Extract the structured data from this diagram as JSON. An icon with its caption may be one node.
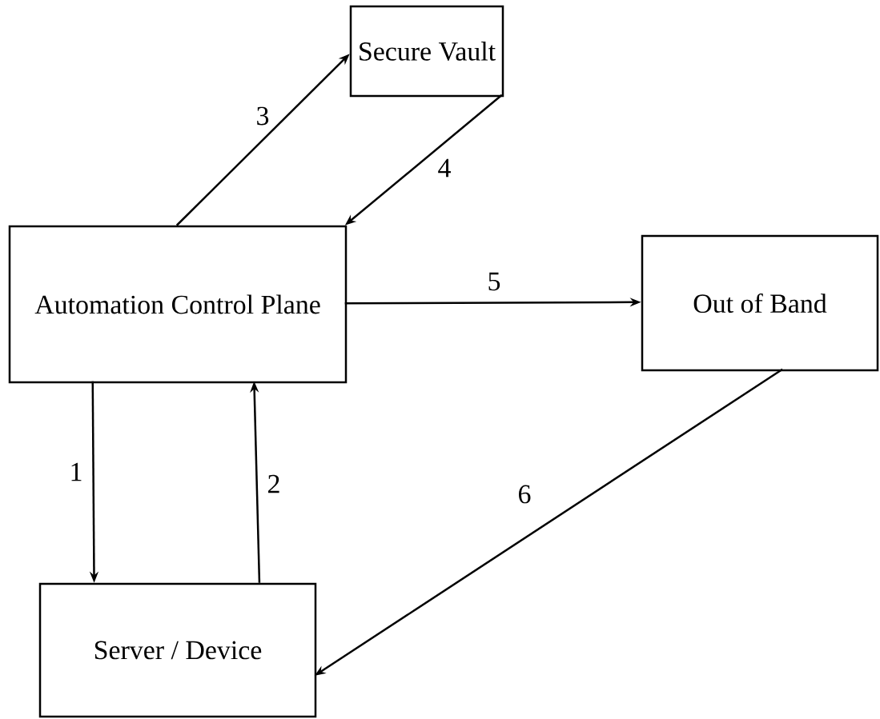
{
  "diagram": {
    "nodes": [
      {
        "text": [
          "Secure Vault"
        ]
      },
      {
        "text": [
          "Automation Control Plane"
        ]
      },
      {
        "text": [
          "Out of Band"
        ]
      },
      {
        "text": [
          "Server / Device"
        ]
      }
    ],
    "edges": [
      {
        "from": 1,
        "to": 3,
        "arrow": "to",
        "label": "1"
      },
      {
        "from": 3,
        "to": 1,
        "arrow": "to",
        "label": "2"
      },
      {
        "from": 1,
        "to": 0,
        "arrow": "to",
        "label": "3"
      },
      {
        "from": 0,
        "to": 1,
        "arrow": "to",
        "label": "4"
      },
      {
        "from": 1,
        "to": 2,
        "arrow": "to",
        "label": "5"
      },
      {
        "from": 2,
        "to": 3,
        "arrow": "to",
        "label": "6"
      }
    ]
  }
}
